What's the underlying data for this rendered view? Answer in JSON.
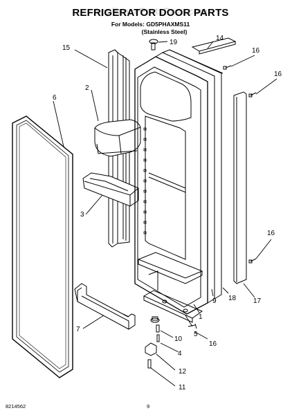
{
  "header": {
    "title": "REFRIGERATOR DOOR PARTS",
    "models_line": "For Models: GD5PHAXMS11",
    "finish_line": "(Stainless Steel)",
    "watermark": "AppliancePartsPros.com"
  },
  "footer": {
    "doc_number": "8214562",
    "page_number": "9"
  },
  "callouts": {
    "c19": "19",
    "c14": "14",
    "c15": "15",
    "c16a": "16",
    "c16b": "16",
    "c16c": "16",
    "c16d": "16",
    "c2": "2",
    "c6": "6",
    "c3": "3",
    "c7": "7",
    "c17": "17",
    "c18": "18",
    "c9": "9",
    "c1": "1",
    "c5": "5",
    "c10": "10",
    "c4": "4",
    "c12": "12",
    "c11": "11"
  }
}
